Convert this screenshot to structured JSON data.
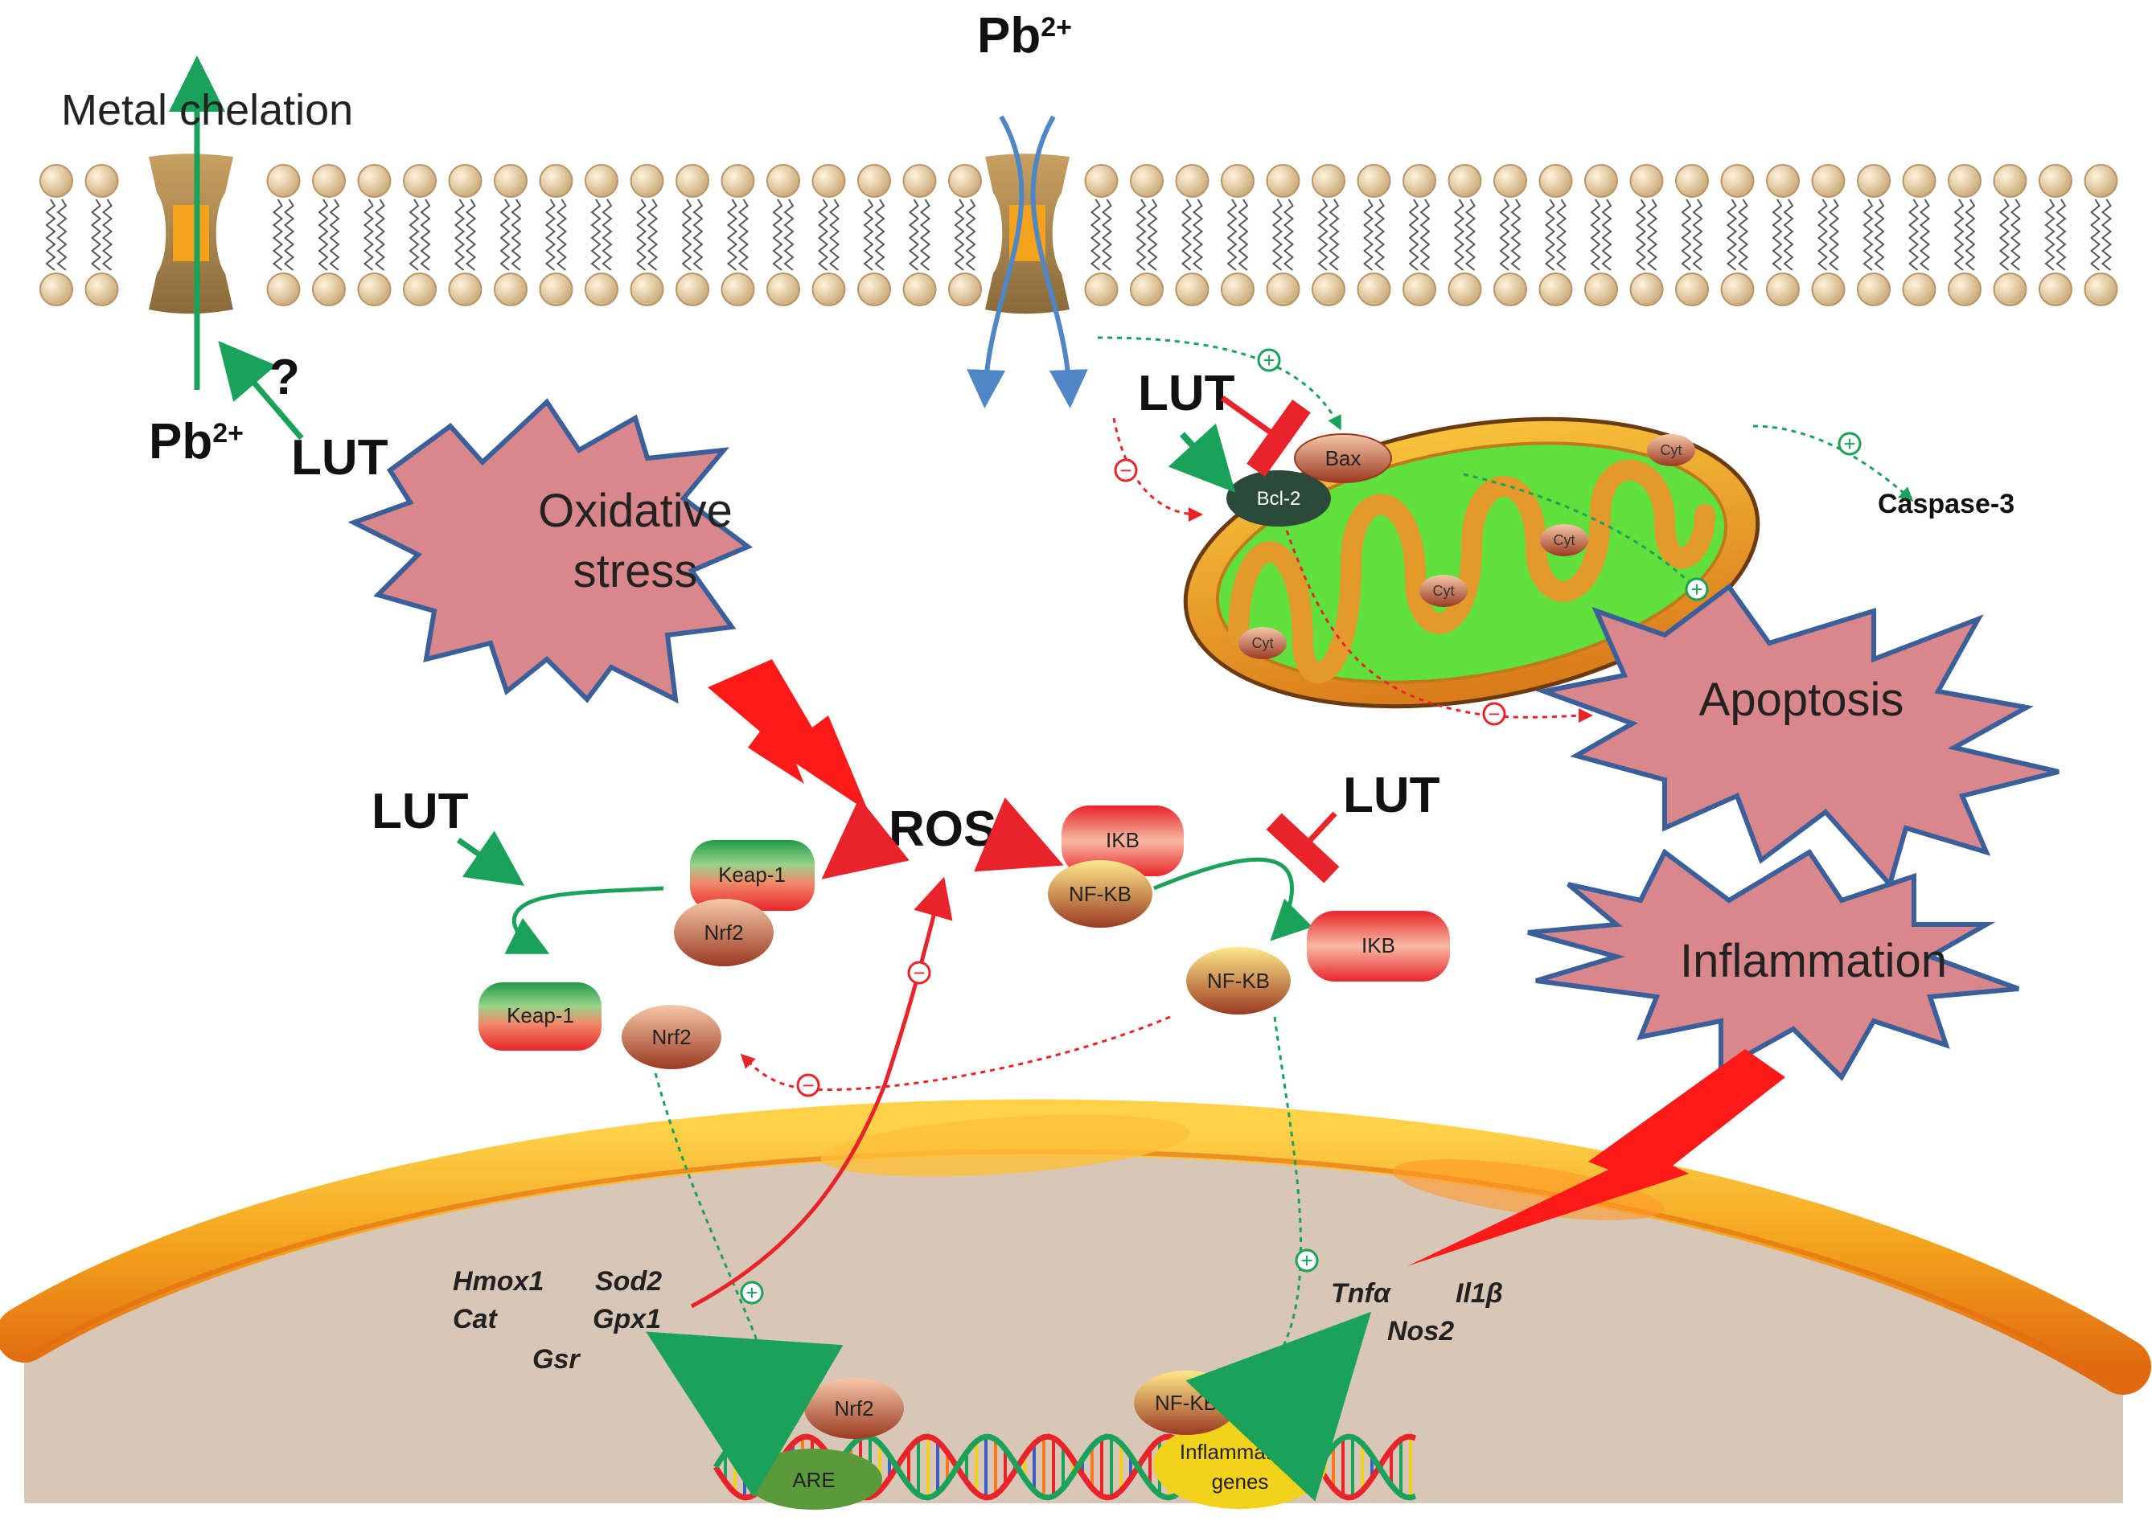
{
  "labels": {
    "metal_chelation": "Metal chelation",
    "pb_top": "Pb",
    "pb_left": "Pb",
    "pb_charge": "2+",
    "question": "?",
    "lut": "LUT",
    "oxidative": "Oxidative",
    "stress": "stress",
    "apoptosis": "Apoptosis",
    "inflammation": "Inflammation",
    "ros": "ROS",
    "caspase": "Caspase-3",
    "bax": "Bax",
    "bcl2": "Bcl-2",
    "cyt": "Cyt",
    "keap1": "Keap-1",
    "nrf2": "Nrf2",
    "ikb": "IKB",
    "nfkb": "NF-KB",
    "are": "ARE",
    "inflam_genes_1": "Inflammatory",
    "inflam_genes_2": "genes",
    "plus": "+",
    "minus": "−"
  },
  "genes": {
    "hmox1": "Hmox1",
    "sod2": "Sod2",
    "cat": "Cat",
    "gpx1": "Gpx1",
    "gsr": "Gsr",
    "tnfa": "Tnfα",
    "il1b": "Il1β",
    "nos2": "Nos2"
  },
  "colors": {
    "activation": "#1aa15a",
    "inhibition": "#e8242a",
    "burst_fill": "#d9878b",
    "burst_stroke": "#3a5f9a",
    "mito_green": "#5fe03c",
    "nucleus": "#d8c6b6"
  }
}
